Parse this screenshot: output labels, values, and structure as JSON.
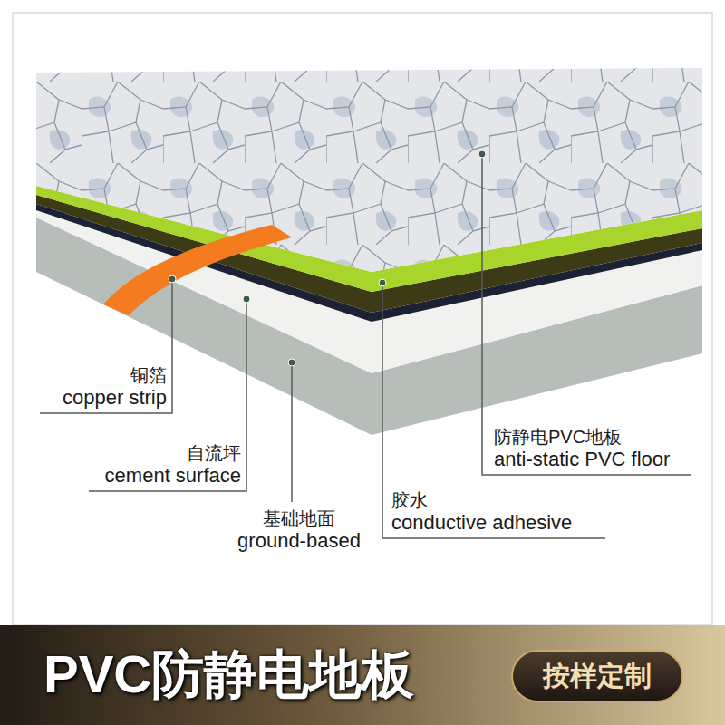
{
  "diagram": {
    "title": "PVC防静电地板",
    "nodes": [
      {
        "text": [
          "按样定制"
        ]
      }
    ],
    "labels": [
      "铜箔",
      "copper strip",
      "自流坪",
      "cement surface",
      "基础地面",
      "ground-based",
      "防静电PVC地板",
      "anti-static PVC floor",
      "胶水",
      "conductive adhesive"
    ]
  }
}
